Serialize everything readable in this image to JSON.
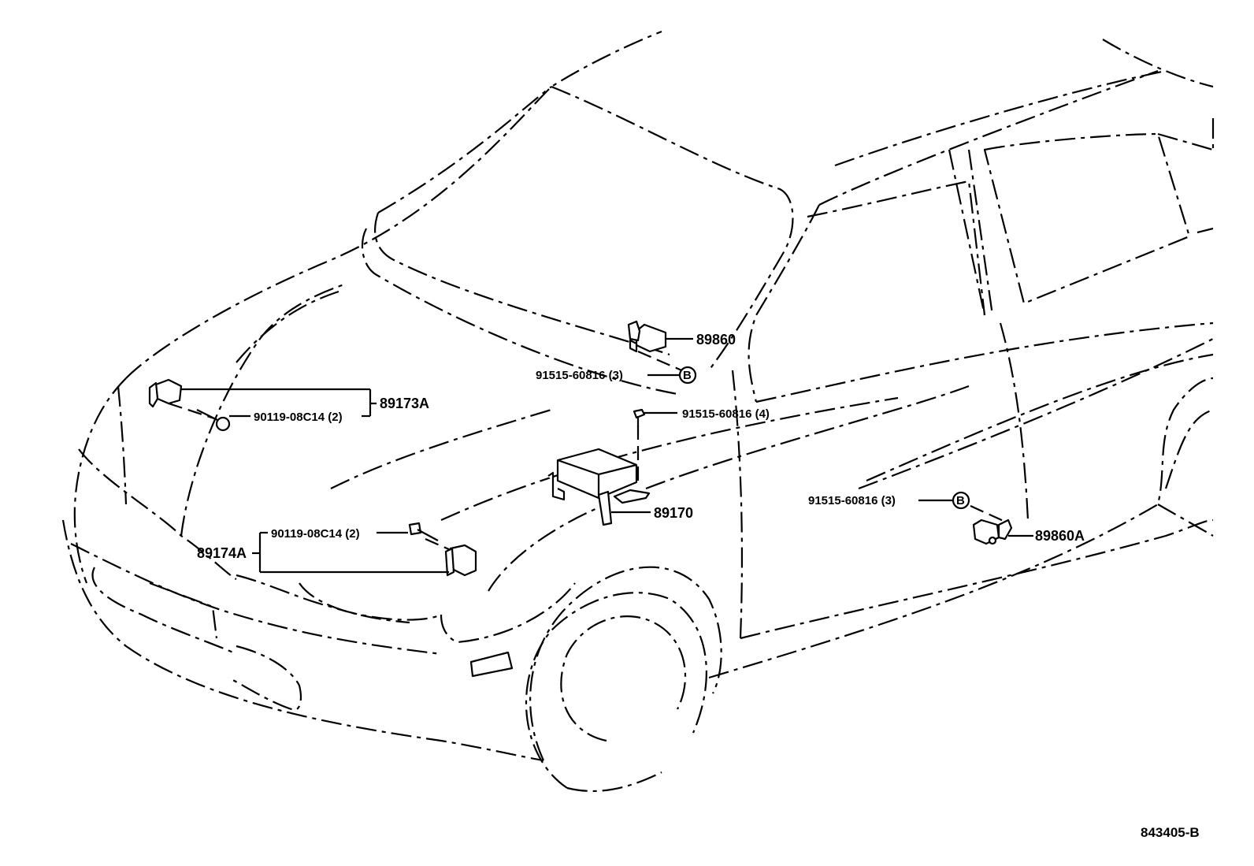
{
  "diagram": {
    "drawing_code": "843405-B",
    "fastener_mark": "B",
    "parts": [
      {
        "id": "p-89860",
        "label": "89860"
      },
      {
        "id": "p-89860a",
        "label": "89860A"
      },
      {
        "id": "p-89170",
        "label": "89170"
      },
      {
        "id": "p-89173a",
        "label": "89173A"
      },
      {
        "id": "p-89174a",
        "label": "89174A"
      }
    ],
    "fasteners": [
      {
        "id": "f-upper-b",
        "label": "91515-60816 (3)"
      },
      {
        "id": "f-center",
        "label": "91515-60816 (4)"
      },
      {
        "id": "f-right-b",
        "label": "91515-60816 (3)"
      },
      {
        "id": "f-left-upper",
        "label": "90119-08C14 (2)"
      },
      {
        "id": "f-left-lower",
        "label": "90119-08C14 (2)"
      }
    ]
  }
}
